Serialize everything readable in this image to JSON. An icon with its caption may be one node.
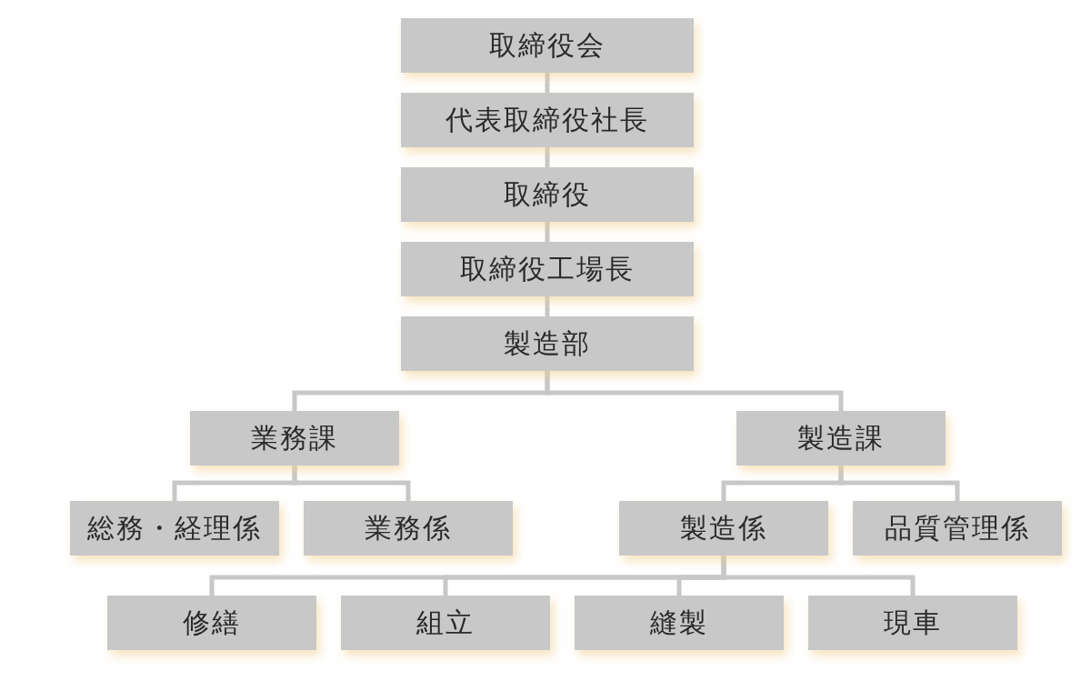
{
  "diagram": {
    "nodes": [
      {
        "text": [
          "取締役会"
        ]
      },
      {
        "text": [
          "代表取締役社長"
        ]
      },
      {
        "text": [
          "取締役"
        ]
      },
      {
        "text": [
          "取締役工場長"
        ]
      },
      {
        "text": [
          "製造部"
        ]
      },
      {
        "text": [
          "業務課"
        ]
      },
      {
        "text": [
          "製造課"
        ]
      },
      {
        "text": [
          "総務・経理係"
        ]
      },
      {
        "text": [
          "業務係"
        ]
      },
      {
        "text": [
          "製造係"
        ]
      },
      {
        "text": [
          "品質管理係"
        ]
      },
      {
        "text": [
          "修繕"
        ]
      },
      {
        "text": [
          "組立"
        ]
      },
      {
        "text": [
          "縫製"
        ]
      },
      {
        "text": [
          "現車"
        ]
      }
    ],
    "edges": [
      {
        "from": 0,
        "to": 1,
        "arrow": "none"
      },
      {
        "from": 1,
        "to": 2,
        "arrow": "none"
      },
      {
        "from": 2,
        "to": 3,
        "arrow": "none"
      },
      {
        "from": 3,
        "to": 4,
        "arrow": "none"
      },
      {
        "from": 4,
        "to": 5,
        "arrow": "none"
      },
      {
        "from": 4,
        "to": 6,
        "arrow": "none"
      },
      {
        "from": 5,
        "to": 7,
        "arrow": "none"
      },
      {
        "from": 5,
        "to": 8,
        "arrow": "none"
      },
      {
        "from": 6,
        "to": 9,
        "arrow": "none"
      },
      {
        "from": 6,
        "to": 10,
        "arrow": "none"
      },
      {
        "from": 9,
        "to": 11,
        "arrow": "none"
      },
      {
        "from": 9,
        "to": 12,
        "arrow": "none"
      },
      {
        "from": 9,
        "to": 13,
        "arrow": "none"
      },
      {
        "from": 9,
        "to": 14,
        "arrow": "none"
      }
    ]
  }
}
